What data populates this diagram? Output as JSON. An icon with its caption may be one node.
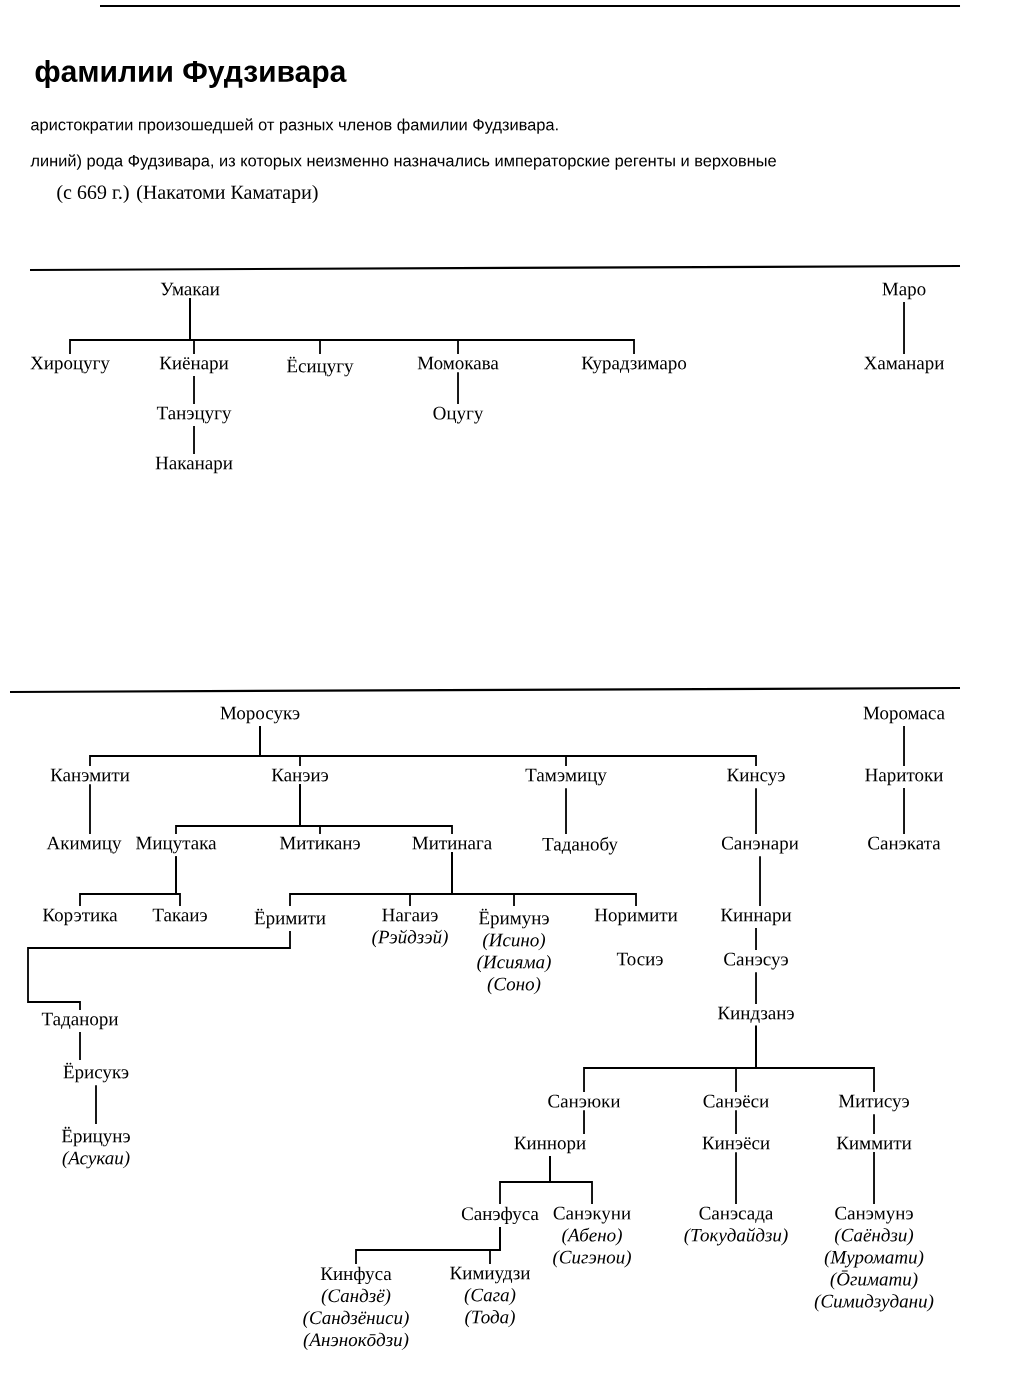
{
  "diagram": {
    "title": "фамилии Фудзивара",
    "labels": [
      "аристократии произошедшей от разных членов фамилии Фудзивара.",
      "линий) рода Фудзивара, из которых неизменно назначались императорские регенты и верховные",
      "(с 669 г.) (Накатоми Каматари)"
    ],
    "nodes": [
      {
        "text": [
          "Умакаи"
        ]
      },
      {
        "text": [
          "Маро"
        ]
      },
      {
        "text": [
          "Хироцугу"
        ]
      },
      {
        "text": [
          "Киёнари"
        ]
      },
      {
        "text": [
          "Ёсицугу"
        ]
      },
      {
        "text": [
          "Момокава"
        ]
      },
      {
        "text": [
          "Курадзимаро"
        ]
      },
      {
        "text": [
          "Хаманари"
        ]
      },
      {
        "text": [
          "Танэцугу"
        ]
      },
      {
        "text": [
          "Оцугу"
        ]
      },
      {
        "text": [
          "Наканари"
        ]
      },
      {
        "text": [
          "Моросукэ"
        ]
      },
      {
        "text": [
          "Моромаса"
        ]
      },
      {
        "text": [
          "Канэмити"
        ]
      },
      {
        "text": [
          "Канэиэ"
        ]
      },
      {
        "text": [
          "Тамэмицу"
        ]
      },
      {
        "text": [
          "Кинсуэ"
        ]
      },
      {
        "text": [
          "Наритоки"
        ]
      },
      {
        "text": [
          "Акимицу"
        ]
      },
      {
        "text": [
          "Мицутака"
        ]
      },
      {
        "text": [
          "Митиканэ"
        ]
      },
      {
        "text": [
          "Митинага"
        ]
      },
      {
        "text": [
          "Таданобу"
        ]
      },
      {
        "text": [
          "Санэнари"
        ]
      },
      {
        "text": [
          "Санэката"
        ]
      },
      {
        "text": [
          "Корэтика"
        ]
      },
      {
        "text": [
          "Такаиэ"
        ]
      },
      {
        "text": [
          "Ёримити"
        ]
      },
      {
        "text": [
          "Нагаиэ",
          "(Рэйдзэй)"
        ]
      },
      {
        "text": [
          "Ёримунэ",
          "(Исино)",
          "(Исияма)",
          "(Соно)"
        ]
      },
      {
        "text": [
          "Норимити"
        ]
      },
      {
        "text": [
          "Киннари"
        ]
      },
      {
        "text": [
          "Тосиэ"
        ]
      },
      {
        "text": [
          "Санэсуэ"
        ]
      },
      {
        "text": [
          "Таданори"
        ]
      },
      {
        "text": [
          "Киндзанэ"
        ]
      },
      {
        "text": [
          "Ёрисукэ"
        ]
      },
      {
        "text": [
          "Санэюки"
        ]
      },
      {
        "text": [
          "Санэёси"
        ]
      },
      {
        "text": [
          "Митисуэ"
        ]
      },
      {
        "text": [
          "Ёрицунэ",
          "(Асукаи)"
        ]
      },
      {
        "text": [
          "Киннори"
        ]
      },
      {
        "text": [
          "Кинэёси"
        ]
      },
      {
        "text": [
          "Киммити"
        ]
      },
      {
        "text": [
          "Санэфуса"
        ]
      },
      {
        "text": [
          "Санэкуни",
          "(Абено)",
          "(Сигэнои)"
        ]
      },
      {
        "text": [
          "Санэсада",
          "(Токудайдзи)"
        ]
      },
      {
        "text": [
          "Санэмунэ",
          "(Саёндзи)",
          "(Муромати)",
          "(Ōгимати)",
          "(Симидзудани)"
        ]
      },
      {
        "text": [
          "Кинфуса",
          "(Сандзё)",
          "(Сандзёниси)",
          "(Анэнокōдзи)"
        ]
      },
      {
        "text": [
          "Кимиудзи",
          "(Сага)",
          "(Тода)"
        ]
      }
    ],
    "edges": [
      {
        "from": 0,
        "to": 2,
        "arrow": "none"
      },
      {
        "from": 0,
        "to": 3,
        "arrow": "none"
      },
      {
        "from": 0,
        "to": 4,
        "arrow": "none"
      },
      {
        "from": 0,
        "to": 5,
        "arrow": "none"
      },
      {
        "from": 0,
        "to": 6,
        "arrow": "none"
      },
      {
        "from": 3,
        "to": 8,
        "arrow": "none"
      },
      {
        "from": 8,
        "to": 10,
        "arrow": "none"
      },
      {
        "from": 5,
        "to": 9,
        "arrow": "none"
      },
      {
        "from": 1,
        "to": 7,
        "arrow": "none"
      },
      {
        "from": 11,
        "to": 13,
        "arrow": "none"
      },
      {
        "from": 11,
        "to": 14,
        "arrow": "none"
      },
      {
        "from": 11,
        "to": 15,
        "arrow": "none"
      },
      {
        "from": 11,
        "to": 16,
        "arrow": "none"
      },
      {
        "from": 12,
        "to": 17,
        "arrow": "none"
      },
      {
        "from": 13,
        "to": 18,
        "arrow": "none"
      },
      {
        "from": 14,
        "to": 19,
        "arrow": "none"
      },
      {
        "from": 14,
        "to": 20,
        "arrow": "none"
      },
      {
        "from": 14,
        "to": 21,
        "arrow": "none"
      },
      {
        "from": 15,
        "to": 22,
        "arrow": "none"
      },
      {
        "from": 16,
        "to": 23,
        "arrow": "none"
      },
      {
        "from": 17,
        "to": 24,
        "arrow": "none"
      },
      {
        "from": 19,
        "to": 25,
        "arrow": "none"
      },
      {
        "from": 19,
        "to": 26,
        "arrow": "none"
      },
      {
        "from": 21,
        "to": 27,
        "arrow": "none"
      },
      {
        "from": 21,
        "to": 28,
        "arrow": "none"
      },
      {
        "from": 21,
        "to": 29,
        "arrow": "none"
      },
      {
        "from": 21,
        "to": 30,
        "arrow": "none"
      },
      {
        "from": 23,
        "to": 31,
        "arrow": "none"
      },
      {
        "from": 31,
        "to": 33,
        "arrow": "none"
      },
      {
        "from": 27,
        "to": 34,
        "arrow": "none"
      },
      {
        "from": 33,
        "to": 35,
        "arrow": "none"
      },
      {
        "from": 34,
        "to": 36,
        "arrow": "none"
      },
      {
        "from": 36,
        "to": 40,
        "arrow": "none"
      },
      {
        "from": 35,
        "to": 37,
        "arrow": "none"
      },
      {
        "from": 35,
        "to": 38,
        "arrow": "none"
      },
      {
        "from": 35,
        "to": 39,
        "arrow": "none"
      },
      {
        "from": 37,
        "to": 41,
        "arrow": "none"
      },
      {
        "from": 38,
        "to": 42,
        "arrow": "none"
      },
      {
        "from": 39,
        "to": 43,
        "arrow": "none"
      },
      {
        "from": 41,
        "to": 44,
        "arrow": "none"
      },
      {
        "from": 41,
        "to": 45,
        "arrow": "none"
      },
      {
        "from": 42,
        "to": 46,
        "arrow": "none"
      },
      {
        "from": 43,
        "to": 47,
        "arrow": "none"
      },
      {
        "from": 44,
        "to": 48,
        "arrow": "none"
      },
      {
        "from": 44,
        "to": 49,
        "arrow": "none"
      }
    ]
  }
}
